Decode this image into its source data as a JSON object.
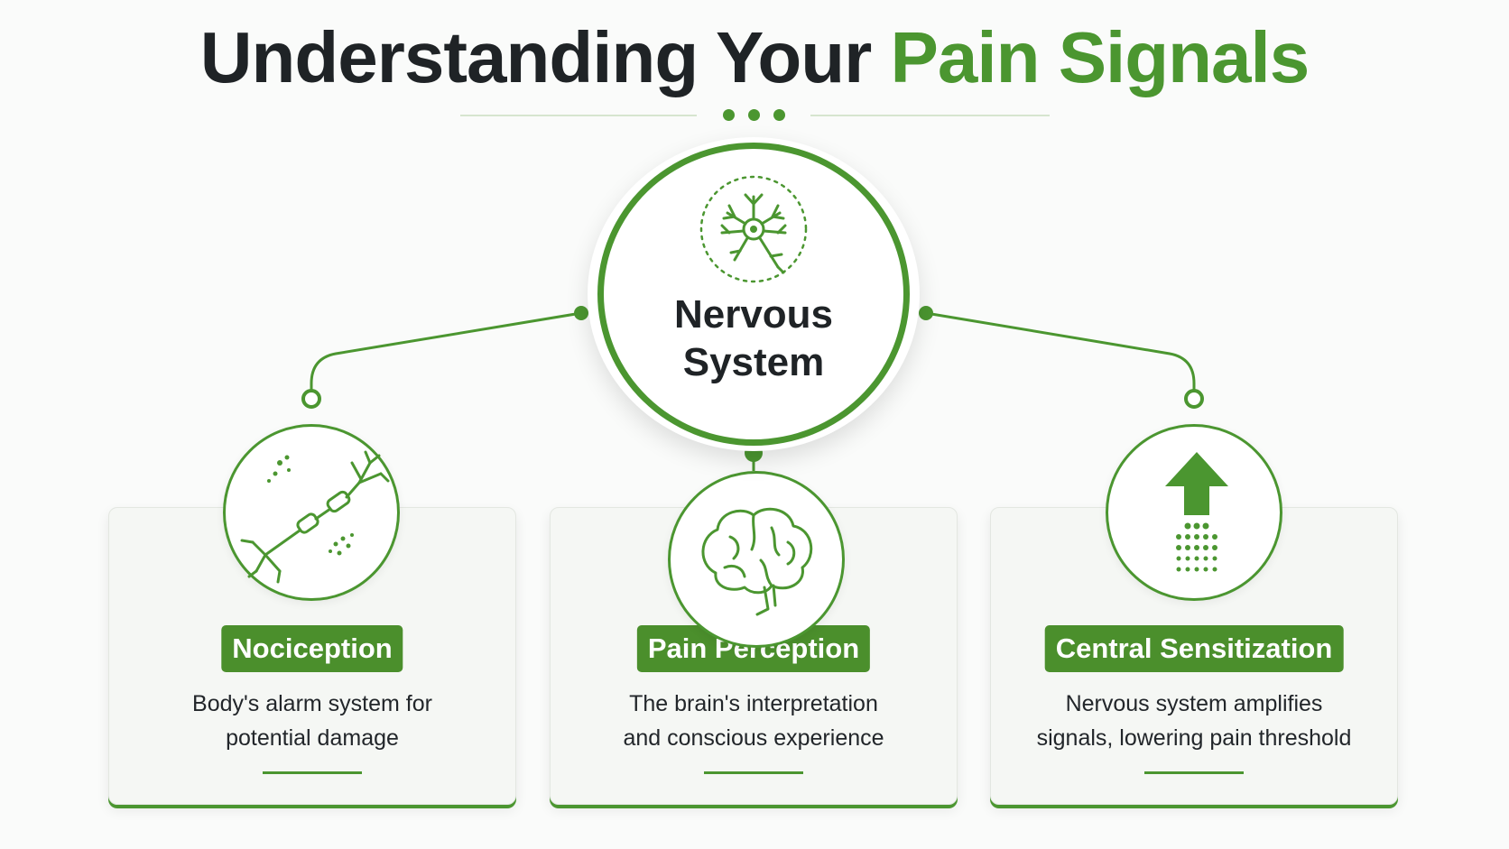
{
  "title": {
    "part1": "Understanding Your ",
    "part2": "Pain Signals"
  },
  "center": {
    "line1": "Nervous",
    "line2": "System",
    "icon": "neuron-icon"
  },
  "cards": [
    {
      "label": "Nociception",
      "desc_line1": "Body's alarm system for",
      "desc_line2": "potential damage",
      "icon": "nerve-fiber-icon"
    },
    {
      "label": "Pain Perception",
      "desc_line1": "The brain's interpretation",
      "desc_line2": "and conscious experience",
      "icon": "brain-icon"
    },
    {
      "label": "Central Sensitization",
      "desc_line1": "Nervous system amplifies",
      "desc_line2": "signals, lowering pain threshold",
      "icon": "up-arrow-icon"
    }
  ],
  "colors": {
    "accent": "#4b9630",
    "label_bg": "#4b8f2c",
    "text": "#1f2326",
    "background": "#fafbfa"
  }
}
